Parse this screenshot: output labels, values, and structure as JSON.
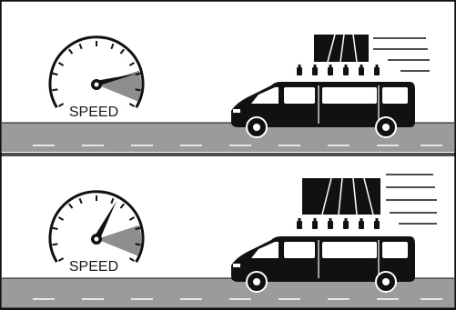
{
  "panels": [
    {
      "gauge": {
        "label": "SPEED",
        "needle_level": 0.62,
        "shaded_range": [
          0.66,
          0.82
        ]
      },
      "icons": [
        "speedometer-icon",
        "van-icon",
        "roof-cargo-icon",
        "road-icon"
      ]
    },
    {
      "gauge": {
        "label": "SPEED",
        "needle_level": 0.38,
        "shaded_range": [
          0.66,
          0.82
        ]
      },
      "icons": [
        "speedometer-icon",
        "van-icon",
        "roof-cargo-icon",
        "road-icon"
      ]
    }
  ],
  "colors": {
    "ink": "#111111",
    "road": "#9b9b9b",
    "lane": "#ffffff",
    "shaded": "#8e8e8e"
  }
}
